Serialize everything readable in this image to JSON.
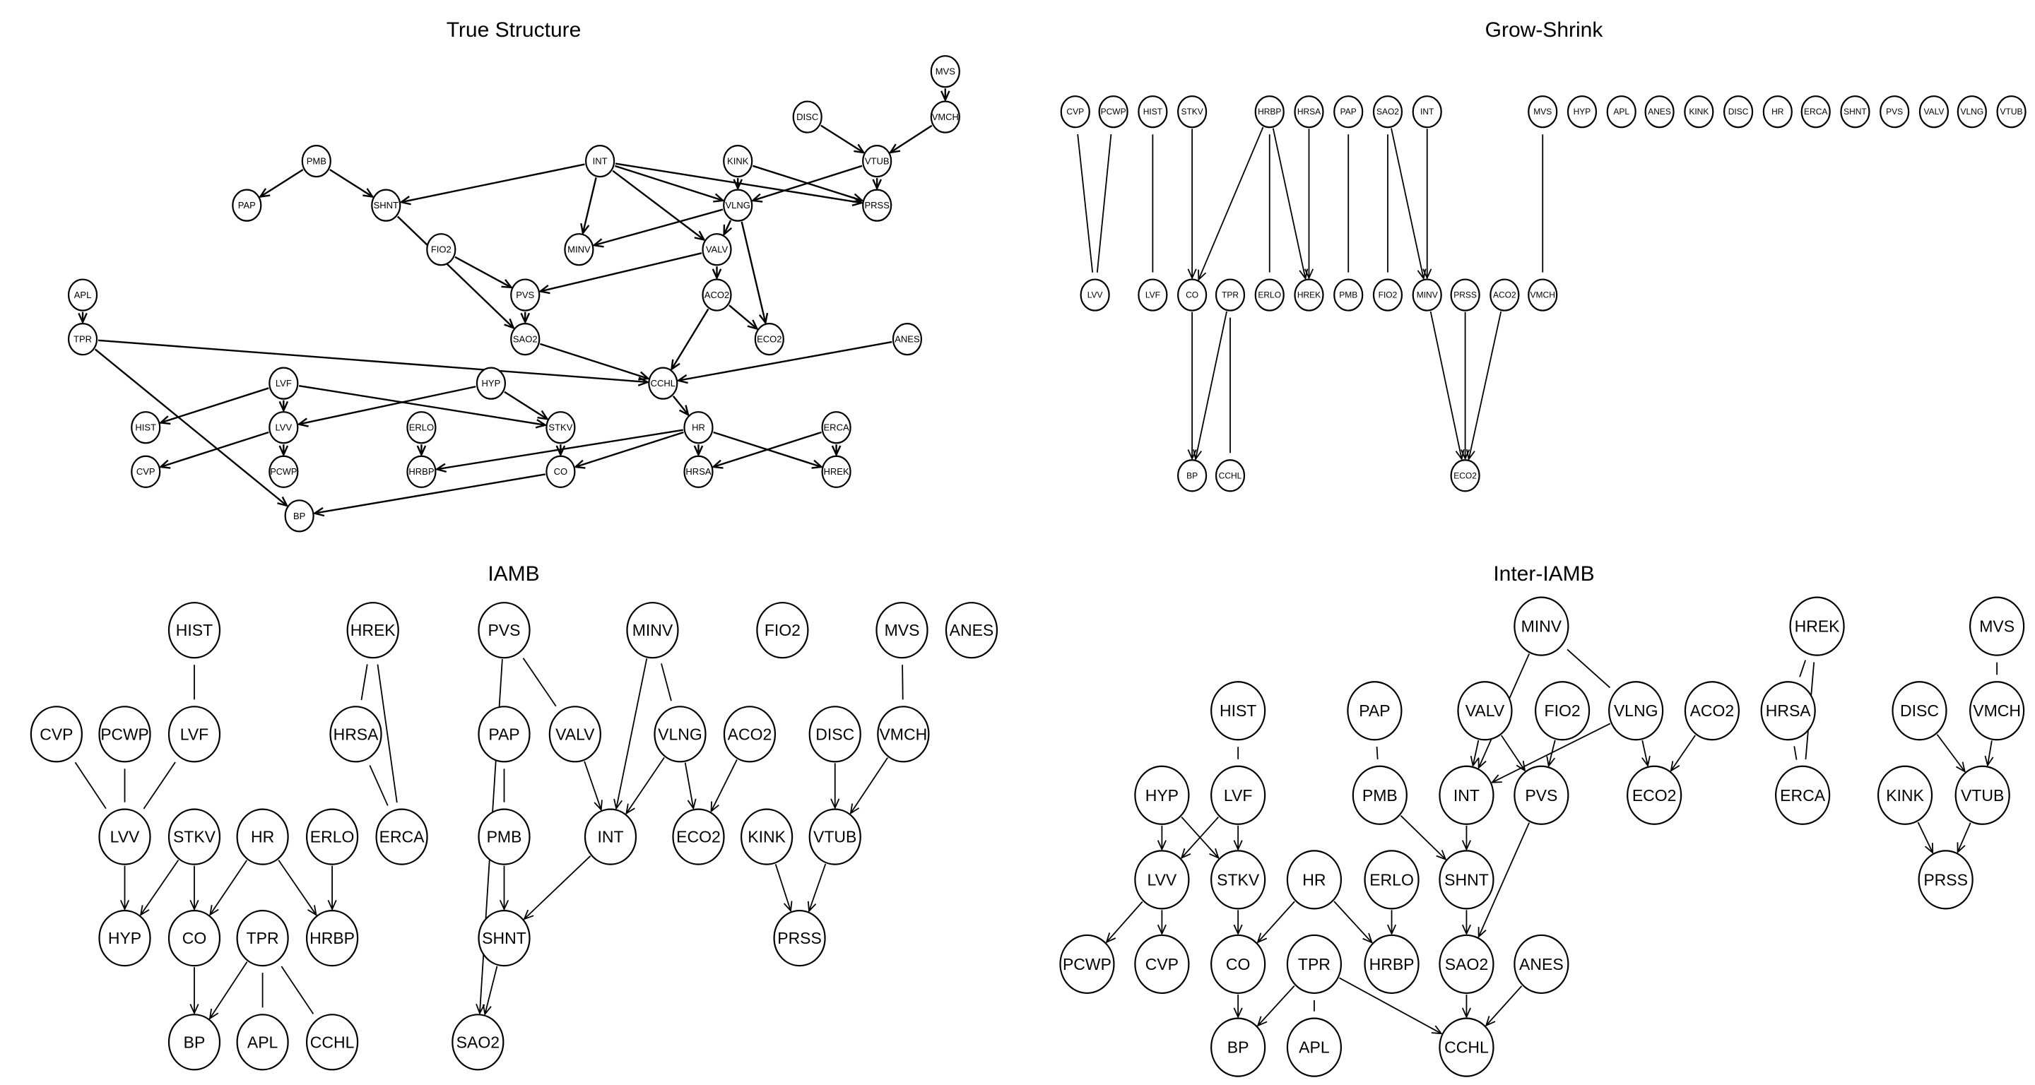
{
  "panels": [
    {
      "id": "true",
      "title": "True Structure",
      "nodes": [
        "MVS",
        "VMCH",
        "DISC",
        "VTUB",
        "PMB",
        "INT",
        "KINK",
        "PAP",
        "SHNT",
        "VLNG",
        "PRSS",
        "FIO2",
        "MINV",
        "VALV",
        "APL",
        "PVS",
        "ACO2",
        "TPR",
        "SAO2",
        "ECO2",
        "ANES",
        "CCHL",
        "LVF",
        "HYP",
        "HIST",
        "LVV",
        "ERLO",
        "STKV",
        "HR",
        "ERCA",
        "CVP",
        "PCWP",
        "HRBP",
        "CO",
        "HRSA",
        "HREK",
        "BP"
      ],
      "edges": [
        {
          "from": "MVS",
          "to": "VMCH",
          "directed": true
        },
        {
          "from": "DISC",
          "to": "VTUB",
          "directed": true
        },
        {
          "from": "VMCH",
          "to": "VTUB",
          "directed": true
        },
        {
          "from": "PMB",
          "to": "PAP",
          "directed": true
        },
        {
          "from": "PMB",
          "to": "SHNT",
          "directed": true
        },
        {
          "from": "INT",
          "to": "SHNT",
          "directed": true
        },
        {
          "from": "INT",
          "to": "MINV",
          "directed": true
        },
        {
          "from": "INT",
          "to": "VALV",
          "directed": true
        },
        {
          "from": "INT",
          "to": "VLNG",
          "directed": true
        },
        {
          "from": "INT",
          "to": "PRSS",
          "directed": true
        },
        {
          "from": "KINK",
          "to": "VLNG",
          "directed": true
        },
        {
          "from": "KINK",
          "to": "PRSS",
          "directed": true
        },
        {
          "from": "VTUB",
          "to": "VLNG",
          "directed": true
        },
        {
          "from": "VTUB",
          "to": "PRSS",
          "directed": true
        },
        {
          "from": "VLNG",
          "to": "MINV",
          "directed": true
        },
        {
          "from": "VLNG",
          "to": "VALV",
          "directed": true
        },
        {
          "from": "VLNG",
          "to": "ECO2",
          "directed": true
        },
        {
          "from": "FIO2",
          "to": "PVS",
          "directed": true
        },
        {
          "from": "VALV",
          "to": "PVS",
          "directed": true
        },
        {
          "from": "VALV",
          "to": "ACO2",
          "directed": true
        },
        {
          "from": "SHNT",
          "to": "SAO2",
          "directed": true
        },
        {
          "from": "PVS",
          "to": "SAO2",
          "directed": true
        },
        {
          "from": "ACO2",
          "to": "ECO2",
          "directed": true
        },
        {
          "from": "ACO2",
          "to": "CCHL",
          "directed": true
        },
        {
          "from": "APL",
          "to": "TPR",
          "directed": true
        },
        {
          "from": "TPR",
          "to": "CCHL",
          "directed": true
        },
        {
          "from": "TPR",
          "to": "BP",
          "directed": true
        },
        {
          "from": "SAO2",
          "to": "CCHL",
          "directed": true
        },
        {
          "from": "ANES",
          "to": "CCHL",
          "directed": true
        },
        {
          "from": "CCHL",
          "to": "HR",
          "directed": true
        },
        {
          "from": "LVF",
          "to": "HIST",
          "directed": true
        },
        {
          "from": "LVF",
          "to": "LVV",
          "directed": true
        },
        {
          "from": "LVF",
          "to": "STKV",
          "directed": true
        },
        {
          "from": "HYP",
          "to": "LVV",
          "directed": true
        },
        {
          "from": "HYP",
          "to": "STKV",
          "directed": true
        },
        {
          "from": "LVV",
          "to": "CVP",
          "directed": true
        },
        {
          "from": "LVV",
          "to": "PCWP",
          "directed": true
        },
        {
          "from": "ERLO",
          "to": "HRBP",
          "directed": true
        },
        {
          "from": "STKV",
          "to": "CO",
          "directed": true
        },
        {
          "from": "HR",
          "to": "HRBP",
          "directed": true
        },
        {
          "from": "HR",
          "to": "CO",
          "directed": true
        },
        {
          "from": "HR",
          "to": "HRSA",
          "directed": true
        },
        {
          "from": "HR",
          "to": "HREK",
          "directed": true
        },
        {
          "from": "ERCA",
          "to": "HRSA",
          "directed": true
        },
        {
          "from": "ERCA",
          "to": "HREK",
          "directed": true
        },
        {
          "from": "CO",
          "to": "BP",
          "directed": true
        }
      ]
    },
    {
      "id": "gs",
      "title": "Grow-Shrink",
      "nodes": [
        "CVP",
        "PCWP",
        "HIST",
        "STKV",
        "HRBP",
        "HRSA",
        "PAP",
        "SAO2",
        "INT",
        "MVS",
        "HYP",
        "APL",
        "ANES",
        "KINK",
        "DISC",
        "HR",
        "ERCA",
        "SHNT",
        "PVS",
        "VALV",
        "VLNG",
        "VTUB",
        "LVV",
        "LVF",
        "CO",
        "TPR",
        "ERLO",
        "HREK",
        "PMB",
        "FIO2",
        "MINV",
        "PRSS",
        "ACO2",
        "VMCH",
        "BP",
        "CCHL",
        "ECO2"
      ],
      "edges": [
        {
          "from": "CVP",
          "to": "LVV",
          "directed": false
        },
        {
          "from": "PCWP",
          "to": "LVV",
          "directed": false
        },
        {
          "from": "HIST",
          "to": "LVF",
          "directed": false
        },
        {
          "from": "STKV",
          "to": "CO",
          "directed": true
        },
        {
          "from": "HRBP",
          "to": "CO",
          "directed": true
        },
        {
          "from": "HRBP",
          "to": "ERLO",
          "directed": false
        },
        {
          "from": "HRBP",
          "to": "HREK",
          "directed": true
        },
        {
          "from": "HRSA",
          "to": "HREK",
          "directed": true
        },
        {
          "from": "PAP",
          "to": "PMB",
          "directed": false
        },
        {
          "from": "SAO2",
          "to": "FIO2",
          "directed": false
        },
        {
          "from": "SAO2",
          "to": "MINV",
          "directed": true
        },
        {
          "from": "INT",
          "to": "MINV",
          "directed": true
        },
        {
          "from": "MVS",
          "to": "VMCH",
          "directed": false
        },
        {
          "from": "CO",
          "to": "BP",
          "directed": true
        },
        {
          "from": "TPR",
          "to": "BP",
          "directed": true
        },
        {
          "from": "TPR",
          "to": "CCHL",
          "directed": false
        },
        {
          "from": "MINV",
          "to": "ECO2",
          "directed": true
        },
        {
          "from": "PRSS",
          "to": "ECO2",
          "directed": true
        },
        {
          "from": "ACO2",
          "to": "ECO2",
          "directed": true
        }
      ]
    },
    {
      "id": "iamb",
      "title": "IAMB",
      "nodes": [
        "HIST",
        "HREK",
        "PVS",
        "MINV",
        "FIO2",
        "MVS",
        "ANES",
        "CVP",
        "PCWP",
        "LVF",
        "HRSA",
        "PAP",
        "VALV",
        "VLNG",
        "ACO2",
        "DISC",
        "VMCH",
        "LVV",
        "STKV",
        "HR",
        "ERLO",
        "ERCA",
        "PMB",
        "INT",
        "ECO2",
        "KINK",
        "VTUB",
        "HYP",
        "CO",
        "TPR",
        "HRBP",
        "SHNT",
        "PRSS",
        "BP",
        "APL",
        "CCHL",
        "SAO2"
      ],
      "edges": [
        {
          "from": "HIST",
          "to": "LVF",
          "directed": false
        },
        {
          "from": "HREK",
          "to": "HRSA",
          "directed": false
        },
        {
          "from": "HREK",
          "to": "ERCA",
          "directed": false
        },
        {
          "from": "PVS",
          "to": "VALV",
          "directed": false
        },
        {
          "from": "PVS",
          "to": "SAO2",
          "directed": true
        },
        {
          "from": "MINV",
          "to": "INT",
          "directed": true
        },
        {
          "from": "MINV",
          "to": "VLNG",
          "directed": false
        },
        {
          "from": "MVS",
          "to": "VMCH",
          "directed": false
        },
        {
          "from": "CVP",
          "to": "LVV",
          "directed": false
        },
        {
          "from": "PCWP",
          "to": "LVV",
          "directed": false
        },
        {
          "from": "LVF",
          "to": "LVV",
          "directed": false
        },
        {
          "from": "HRSA",
          "to": "ERCA",
          "directed": false
        },
        {
          "from": "PAP",
          "to": "PMB",
          "directed": false
        },
        {
          "from": "VALV",
          "to": "INT",
          "directed": true
        },
        {
          "from": "VLNG",
          "to": "INT",
          "directed": true
        },
        {
          "from": "VLNG",
          "to": "ECO2",
          "directed": true
        },
        {
          "from": "ACO2",
          "to": "ECO2",
          "directed": true
        },
        {
          "from": "DISC",
          "to": "VTUB",
          "directed": true
        },
        {
          "from": "VMCH",
          "to": "VTUB",
          "directed": true
        },
        {
          "from": "LVV",
          "to": "HYP",
          "directed": true
        },
        {
          "from": "STKV",
          "to": "HYP",
          "directed": true
        },
        {
          "from": "STKV",
          "to": "CO",
          "directed": true
        },
        {
          "from": "HR",
          "to": "CO",
          "directed": true
        },
        {
          "from": "HR",
          "to": "HRBP",
          "directed": true
        },
        {
          "from": "ERLO",
          "to": "HRBP",
          "directed": true
        },
        {
          "from": "PMB",
          "to": "SHNT",
          "directed": true
        },
        {
          "from": "INT",
          "to": "SHNT",
          "directed": true
        },
        {
          "from": "KINK",
          "to": "PRSS",
          "directed": true
        },
        {
          "from": "VTUB",
          "to": "PRSS",
          "directed": true
        },
        {
          "from": "CO",
          "to": "BP",
          "directed": true
        },
        {
          "from": "TPR",
          "to": "BP",
          "directed": true
        },
        {
          "from": "TPR",
          "to": "APL",
          "directed": false
        },
        {
          "from": "TPR",
          "to": "CCHL",
          "directed": false
        },
        {
          "from": "SHNT",
          "to": "SAO2",
          "directed": true
        }
      ]
    },
    {
      "id": "inter",
      "title": "Inter-IAMB",
      "nodes": [
        "MINV",
        "HREK",
        "MVS",
        "HIST",
        "PAP",
        "VALV",
        "FIO2",
        "VLNG",
        "ACO2",
        "HRSA",
        "DISC",
        "VMCH",
        "HYP",
        "LVF",
        "PMB",
        "INT",
        "PVS",
        "ECO2",
        "ERCA",
        "KINK",
        "VTUB",
        "LVV",
        "STKV",
        "HR",
        "ERLO",
        "SHNT",
        "PRSS",
        "PCWP",
        "CVP",
        "CO",
        "TPR",
        "HRBP",
        "SAO2",
        "ANES",
        "BP",
        "APL",
        "CCHL"
      ],
      "edges": [
        {
          "from": "MINV",
          "to": "INT",
          "directed": true
        },
        {
          "from": "MINV",
          "to": "VLNG",
          "directed": false
        },
        {
          "from": "HREK",
          "to": "HRSA",
          "directed": false
        },
        {
          "from": "HREK",
          "to": "ERCA",
          "directed": false
        },
        {
          "from": "MVS",
          "to": "VMCH",
          "directed": false
        },
        {
          "from": "HIST",
          "to": "LVF",
          "directed": false
        },
        {
          "from": "PAP",
          "to": "PMB",
          "directed": false
        },
        {
          "from": "VALV",
          "to": "INT",
          "directed": true
        },
        {
          "from": "VALV",
          "to": "PVS",
          "directed": true
        },
        {
          "from": "FIO2",
          "to": "PVS",
          "directed": true
        },
        {
          "from": "VLNG",
          "to": "INT",
          "directed": true
        },
        {
          "from": "VLNG",
          "to": "ECO2",
          "directed": true
        },
        {
          "from": "ACO2",
          "to": "ECO2",
          "directed": true
        },
        {
          "from": "HRSA",
          "to": "ERCA",
          "directed": false
        },
        {
          "from": "DISC",
          "to": "VTUB",
          "directed": true
        },
        {
          "from": "VMCH",
          "to": "VTUB",
          "directed": true
        },
        {
          "from": "HYP",
          "to": "LVV",
          "directed": true
        },
        {
          "from": "HYP",
          "to": "STKV",
          "directed": true
        },
        {
          "from": "LVF",
          "to": "LVV",
          "directed": true
        },
        {
          "from": "LVF",
          "to": "STKV",
          "directed": true
        },
        {
          "from": "PMB",
          "to": "SHNT",
          "directed": true
        },
        {
          "from": "INT",
          "to": "SHNT",
          "directed": true
        },
        {
          "from": "PVS",
          "to": "SAO2",
          "directed": true
        },
        {
          "from": "KINK",
          "to": "PRSS",
          "directed": true
        },
        {
          "from": "VTUB",
          "to": "PRSS",
          "directed": true
        },
        {
          "from": "LVV",
          "to": "PCWP",
          "directed": true
        },
        {
          "from": "LVV",
          "to": "CVP",
          "directed": true
        },
        {
          "from": "STKV",
          "to": "CO",
          "directed": true
        },
        {
          "from": "HR",
          "to": "CO",
          "directed": true
        },
        {
          "from": "HR",
          "to": "HRBP",
          "directed": true
        },
        {
          "from": "ERLO",
          "to": "HRBP",
          "directed": true
        },
        {
          "from": "SHNT",
          "to": "SAO2",
          "directed": true
        },
        {
          "from": "CO",
          "to": "BP",
          "directed": true
        },
        {
          "from": "TPR",
          "to": "BP",
          "directed": true
        },
        {
          "from": "TPR",
          "to": "APL",
          "directed": false
        },
        {
          "from": "TPR",
          "to": "CCHL",
          "directed": true
        },
        {
          "from": "SAO2",
          "to": "CCHL",
          "directed": true
        },
        {
          "from": "ANES",
          "to": "CCHL",
          "directed": true
        }
      ]
    }
  ]
}
